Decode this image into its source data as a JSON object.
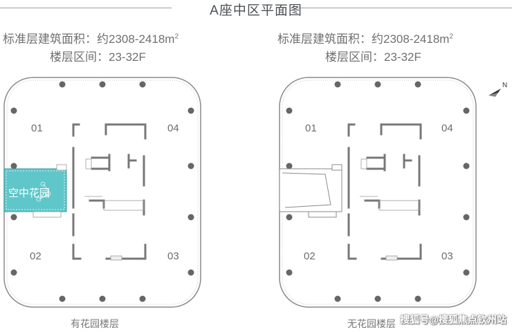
{
  "header": {
    "title": "A座中区平面图"
  },
  "left_plan": {
    "area_label": "标准层建筑面积：约2308-2418m",
    "area_sup": "2",
    "floor_range": "楼层区间：23-32F",
    "rooms": [
      "01",
      "04",
      "02",
      "03"
    ],
    "garden_label": "空中花园",
    "caption": "有花园楼层"
  },
  "right_plan": {
    "area_label": "标准层建筑面积：约2308-2418m",
    "area_sup": "2",
    "floor_range": "楼层区间：23-32F",
    "rooms": [
      "01",
      "04",
      "02",
      "03"
    ],
    "caption": "无花园楼层"
  },
  "compass": {
    "label": "N"
  },
  "watermark": "搜狐号@搜狐焦点钦州站",
  "colors": {
    "outline": "#8a8a8a",
    "garden_fill": "#5fc6c9",
    "column": "#666666"
  }
}
